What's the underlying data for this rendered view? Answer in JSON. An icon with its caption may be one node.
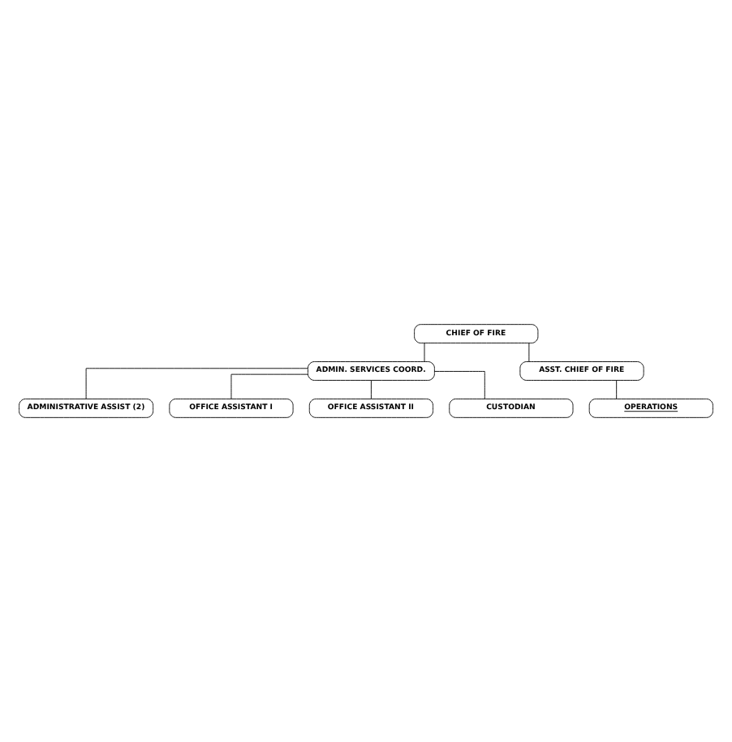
{
  "diagram": {
    "nodes": [
      {
        "text": [
          "CHIEF OF FIRE"
        ]
      },
      {
        "text": [
          "ADMIN. SERVICES COORD."
        ]
      },
      {
        "text": [
          "ADMINISTRATIVE ASSIST (2)"
        ]
      },
      {
        "text": [
          "OFFICE ASSISTANT I"
        ]
      },
      {
        "text": [
          "OFFICE ASSISTANT II"
        ]
      },
      {
        "text": [
          "CUSTODIAN"
        ]
      },
      {
        "text": [
          "ASST. CHIEF OF FIRE"
        ]
      },
      {
        "text": [
          "OPERATIONS"
        ]
      }
    ],
    "edges": [
      {
        "from": 0,
        "to": 1,
        "arrow": "none"
      },
      {
        "from": 1,
        "to": 2,
        "arrow": "none"
      },
      {
        "from": 1,
        "to": 3,
        "arrow": "none"
      },
      {
        "from": 1,
        "to": 4,
        "arrow": "none"
      },
      {
        "from": 1,
        "to": 5,
        "arrow": "none"
      },
      {
        "from": 0,
        "to": 6,
        "arrow": "none"
      },
      {
        "from": 6,
        "to": 7,
        "arrow": "none"
      }
    ]
  }
}
